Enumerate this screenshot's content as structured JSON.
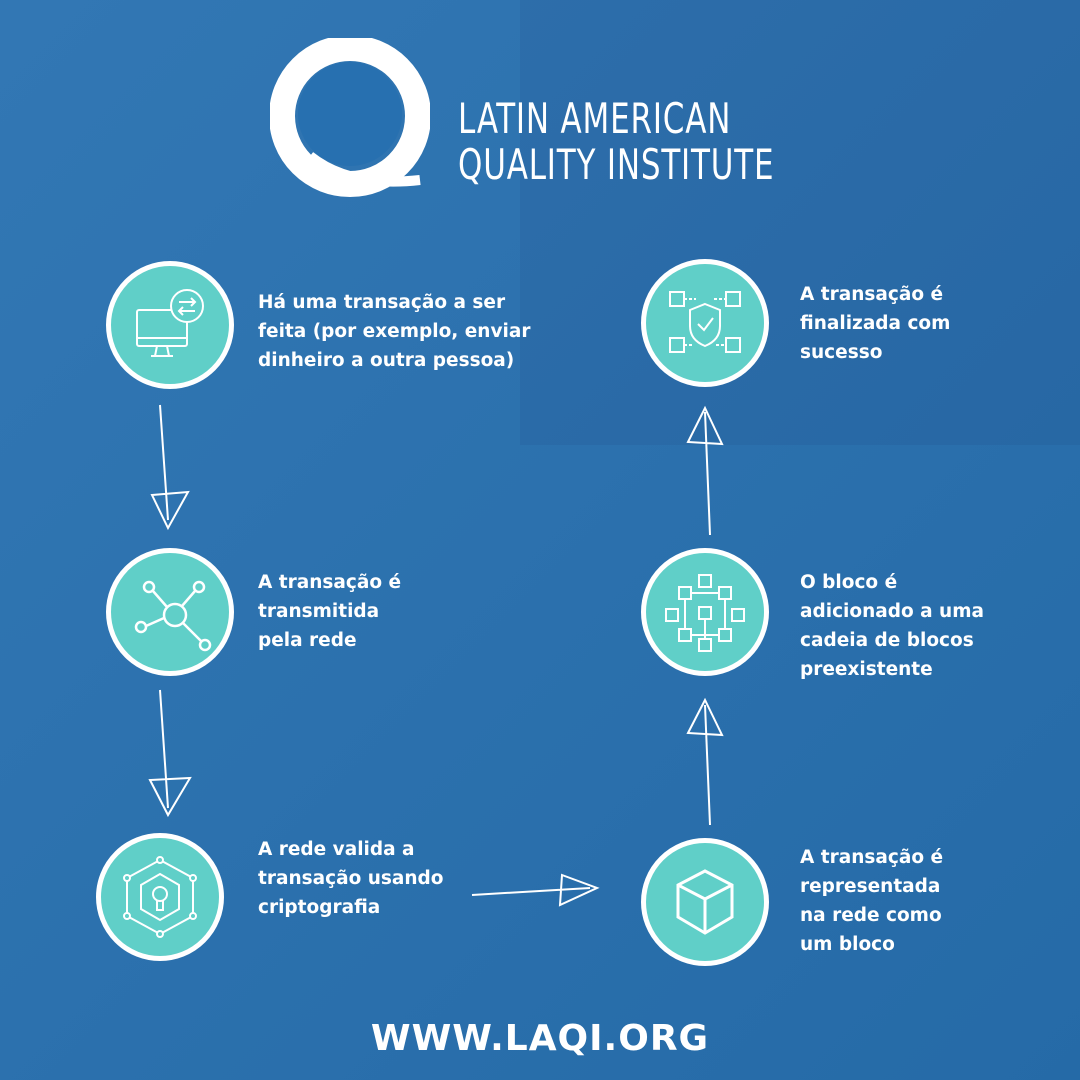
{
  "brand": {
    "line1": "LATIN AMERICAN",
    "line2": "QUALITY INSTITUTE"
  },
  "steps": [
    {
      "icon": "computer-transfer-icon",
      "text": "Há uma transação a ser feita (por exemplo, enviar dinheiro a outra pessoa)"
    },
    {
      "icon": "network-nodes-icon",
      "text": "A transação é transmitida pela rede"
    },
    {
      "icon": "cryptography-lock-icon",
      "text": "A rede valida a transação usando criptografia"
    },
    {
      "icon": "cube-block-icon",
      "text": "A transação é representada na rede como um bloco"
    },
    {
      "icon": "blockchain-icon",
      "text": "O bloco é adicionado a uma cadeia de blocos preexistente"
    },
    {
      "icon": "secure-blocks-shield-icon",
      "text": "A transação é finalizada com sucesso"
    }
  ],
  "lines": {
    "s0": [
      "Há uma transação a ser",
      "feita (por exemplo, enviar",
      "dinheiro a outra pessoa)"
    ],
    "s1": [
      "A transação é",
      "transmitida",
      "pela rede"
    ],
    "s2": [
      "A rede valida a",
      "transação usando",
      "criptografia"
    ],
    "s3": [
      "A transação é",
      "representada",
      "na rede como",
      "um bloco"
    ],
    "s4": [
      "O bloco é",
      "adicionado a uma",
      "cadeia de blocos",
      "preexistente"
    ],
    "s5": [
      "A transação é",
      "finalizada com",
      "sucesso"
    ]
  },
  "footer": {
    "url": "WWW.LAQI.ORG"
  },
  "colors": {
    "background": "#2770b0",
    "teal": "#60cfc8",
    "white": "#ffffff"
  }
}
